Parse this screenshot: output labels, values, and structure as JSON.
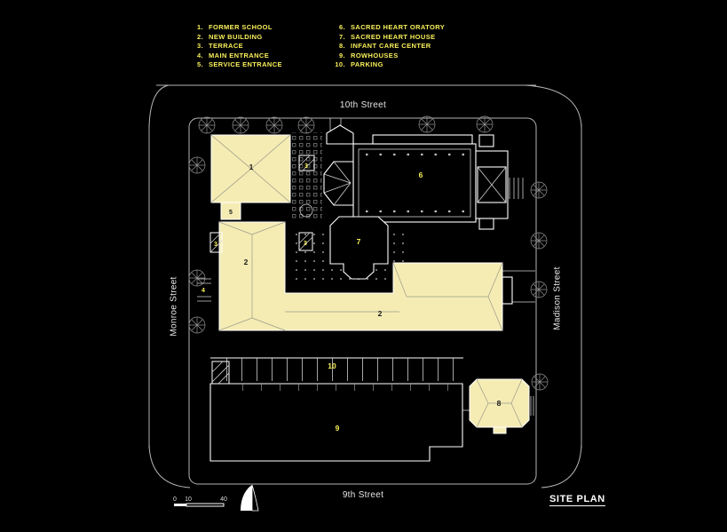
{
  "legend": {
    "column1": [
      {
        "num": "1.",
        "label": "FORMER SCHOOL"
      },
      {
        "num": "2.",
        "label": "NEW BUILDING"
      },
      {
        "num": "3.",
        "label": "TERRACE"
      },
      {
        "num": "4.",
        "label": "MAIN ENTRANCE"
      },
      {
        "num": "5.",
        "label": "SERVICE ENTRANCE"
      }
    ],
    "column2": [
      {
        "num": "6.",
        "label": "SACRED HEART ORATORY"
      },
      {
        "num": "7.",
        "label": "SACRED HEART HOUSE"
      },
      {
        "num": "8.",
        "label": "INFANT CARE CENTER"
      },
      {
        "num": "9.",
        "label": "ROWHOUSES"
      },
      {
        "num": "10.",
        "label": "PARKING"
      }
    ]
  },
  "streets": {
    "top": "10th Street",
    "bottom": "9th Street",
    "left": "Monroe Street",
    "right": "Madison Street"
  },
  "plan": {
    "labels": {
      "former_school": "1",
      "new_building_west": "2",
      "new_building_south": "2",
      "terrace_north": "3",
      "terrace_west": "3",
      "terrace_mid": "3",
      "main_entrance": "4",
      "service_entrance": "5",
      "oratory": "6",
      "heart_house": "7",
      "infant_care": "8",
      "rowhouses": "9",
      "parking": "10"
    }
  },
  "scale_bar": {
    "ticks": [
      "0",
      "10",
      "40"
    ]
  },
  "title": "SITE PLAN",
  "colors": {
    "background": "#000000",
    "building_fill": "#f5ecb4",
    "legend_text": "#f8ef5a",
    "line": "#ffffff"
  }
}
